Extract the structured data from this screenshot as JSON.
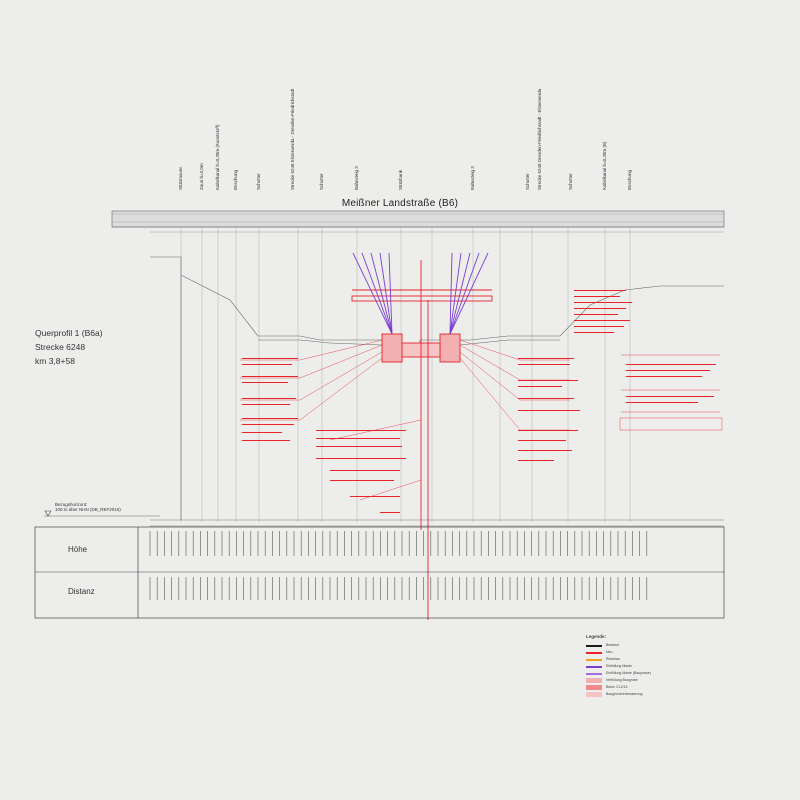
{
  "drawing": {
    "road_title": "Meißner Landstraße (B6)",
    "info_lines": [
      "Querprofil 1 (B6a)",
      "Strecke 6248",
      "km 3,8+58"
    ],
    "datum_lines": [
      "Bezugshorizont:",
      "100 m über NHN (DB_REF2016)"
    ],
    "table": {
      "row1_label": "Höhe",
      "row2_label": "Distanz"
    },
    "column_headers": [
      "Stützmauer",
      "Zaun h=2,0m",
      "Kabelkanal b=0,30m (Kunststoff)",
      "Böschung",
      "Schotter",
      "Strecke 6248 Elsterwerda - Dresden-Friedrichstadt",
      "Schotter",
      "Bahnsteig 3",
      "Stützbank",
      "Bahnsteig 3",
      "Schotter",
      "Strecke 6248 Dresden-Friedrichstadt - Elsterwerda",
      "Schotter",
      "Kabelkanal b=0,30m (B)",
      "Böschung"
    ],
    "legend": {
      "title": "Legende:",
      "items": [
        {
          "label": "Bestand",
          "color": "#1a1a1a"
        },
        {
          "label": "Neu",
          "color": "#e8232a"
        },
        {
          "label": "Rückbau",
          "color": "#f0a020"
        },
        {
          "label": "Einfüllung Maste",
          "color": "#7a3fd0"
        },
        {
          "label": "Einfüllung Maste (Bauphase)",
          "color": "#a070e0"
        },
        {
          "label": "Verfüllung Baugrube",
          "color": "#f3b0b0"
        },
        {
          "label": "Beton C12/15",
          "color": "#f08a8a"
        },
        {
          "label": "Baugrundverbesserung",
          "color": "#f6c4c4"
        }
      ]
    },
    "colors": {
      "sheet": "#ededec",
      "line": "#555555",
      "new_work": "#e8232a",
      "masts": "#7a3fd0"
    }
  }
}
